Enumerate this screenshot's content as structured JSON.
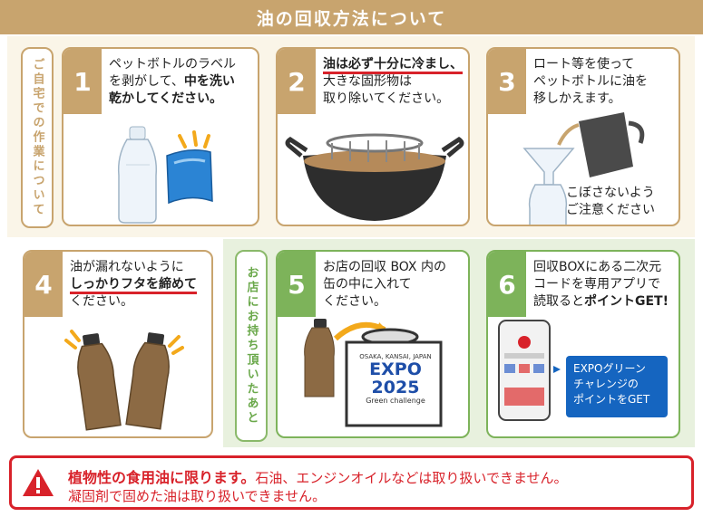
{
  "header": {
    "title": "油の回収方法について"
  },
  "side_home": {
    "label": "ご自宅での作業について"
  },
  "side_shop": {
    "label": "お店にお持ち頂いたあと"
  },
  "steps": [
    {
      "num": "1",
      "text_a": "ペットボトルのラベル",
      "text_b": "を剥がして、",
      "text_c": "中を洗い",
      "text_d": "乾かしてください。"
    },
    {
      "num": "2",
      "text_a": "油は必ず十分に冷まし、",
      "text_b": "大きな固形物は",
      "text_c": "取り除いてください。"
    },
    {
      "num": "3",
      "text_a": "ロート等を使って",
      "text_b": "ペットボトルに油を",
      "text_c": "移しかえます。",
      "note_a": "こぼさないよう",
      "note_b": "ご注意ください"
    },
    {
      "num": "4",
      "text_a": "油が漏れないように",
      "text_b": "しっかりフタを締めて",
      "text_c": "ください。"
    },
    {
      "num": "5",
      "text_a": "お店の回収 BOX 内の",
      "text_b": "缶の中に入れて",
      "text_c": "ください。"
    },
    {
      "num": "6",
      "text_a": "回収BOXにある二次元",
      "text_b": "コードを専用アプリで",
      "text_c": "読取ると",
      "text_d": "ポイントGET!",
      "box_a": "EXPOグリーン",
      "box_b": "チャレンジの",
      "box_c": "ポイントをGET"
    }
  ],
  "expo": {
    "top": "OSAKA, KANSAI, JAPAN",
    "line1": "EXPO",
    "line2": "2025",
    "sub": "Green challenge"
  },
  "warning": {
    "bold": "植物性の食用油に限ります。",
    "rest": "石油、エンジンオイルなどは取り扱いできません。",
    "line2": "凝固剤で固めた油は取り扱いできません。"
  },
  "colors": {
    "tan": "#c8a46e",
    "green": "#7db35a",
    "red": "#d8222a",
    "blue": "#1565c0"
  }
}
